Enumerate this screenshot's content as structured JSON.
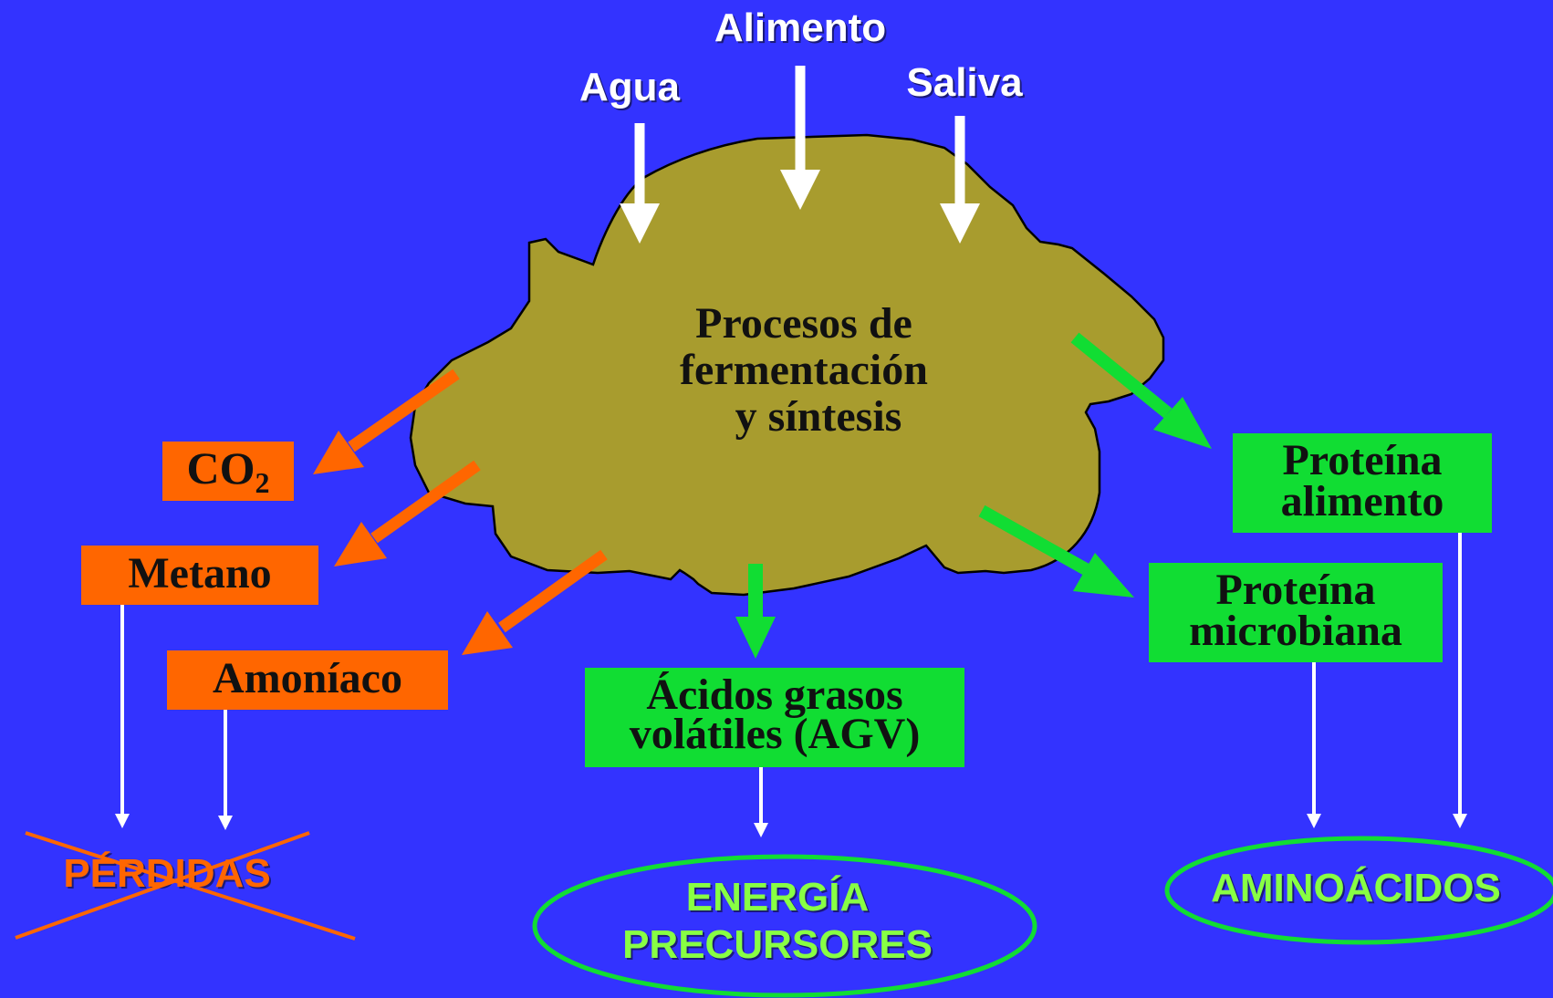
{
  "inputs": {
    "agua": "Agua",
    "alimento": "Alimento",
    "saliva": "Saliva"
  },
  "rumen": {
    "line1": "Procesos de",
    "line2": "fermentación",
    "line3": "y síntesis"
  },
  "losses": {
    "co2_base": "CO",
    "co2_sub": "2",
    "metano": "Metano",
    "amoniaco": "Amoníaco",
    "perdidas": "PÉRDIDAS"
  },
  "products": {
    "agv_line1": "Ácidos grasos",
    "agv_line2": "volátiles (AGV)",
    "prot_alimento_line1": "Proteína",
    "prot_alimento_line2": "alimento",
    "prot_microbiana_line1": "Proteína",
    "prot_microbiana_line2": "microbiana"
  },
  "outcomes": {
    "energia": "ENERGÍA",
    "precursores": "PRECURSORES",
    "aminoacidos": "AMINOÁCIDOS"
  },
  "colors": {
    "background": "#3333ff",
    "rumen_fill": "#a89c2e",
    "loss_orange": "#ff6600",
    "product_green": "#11dd33",
    "outcome_text": "#88ff44"
  }
}
